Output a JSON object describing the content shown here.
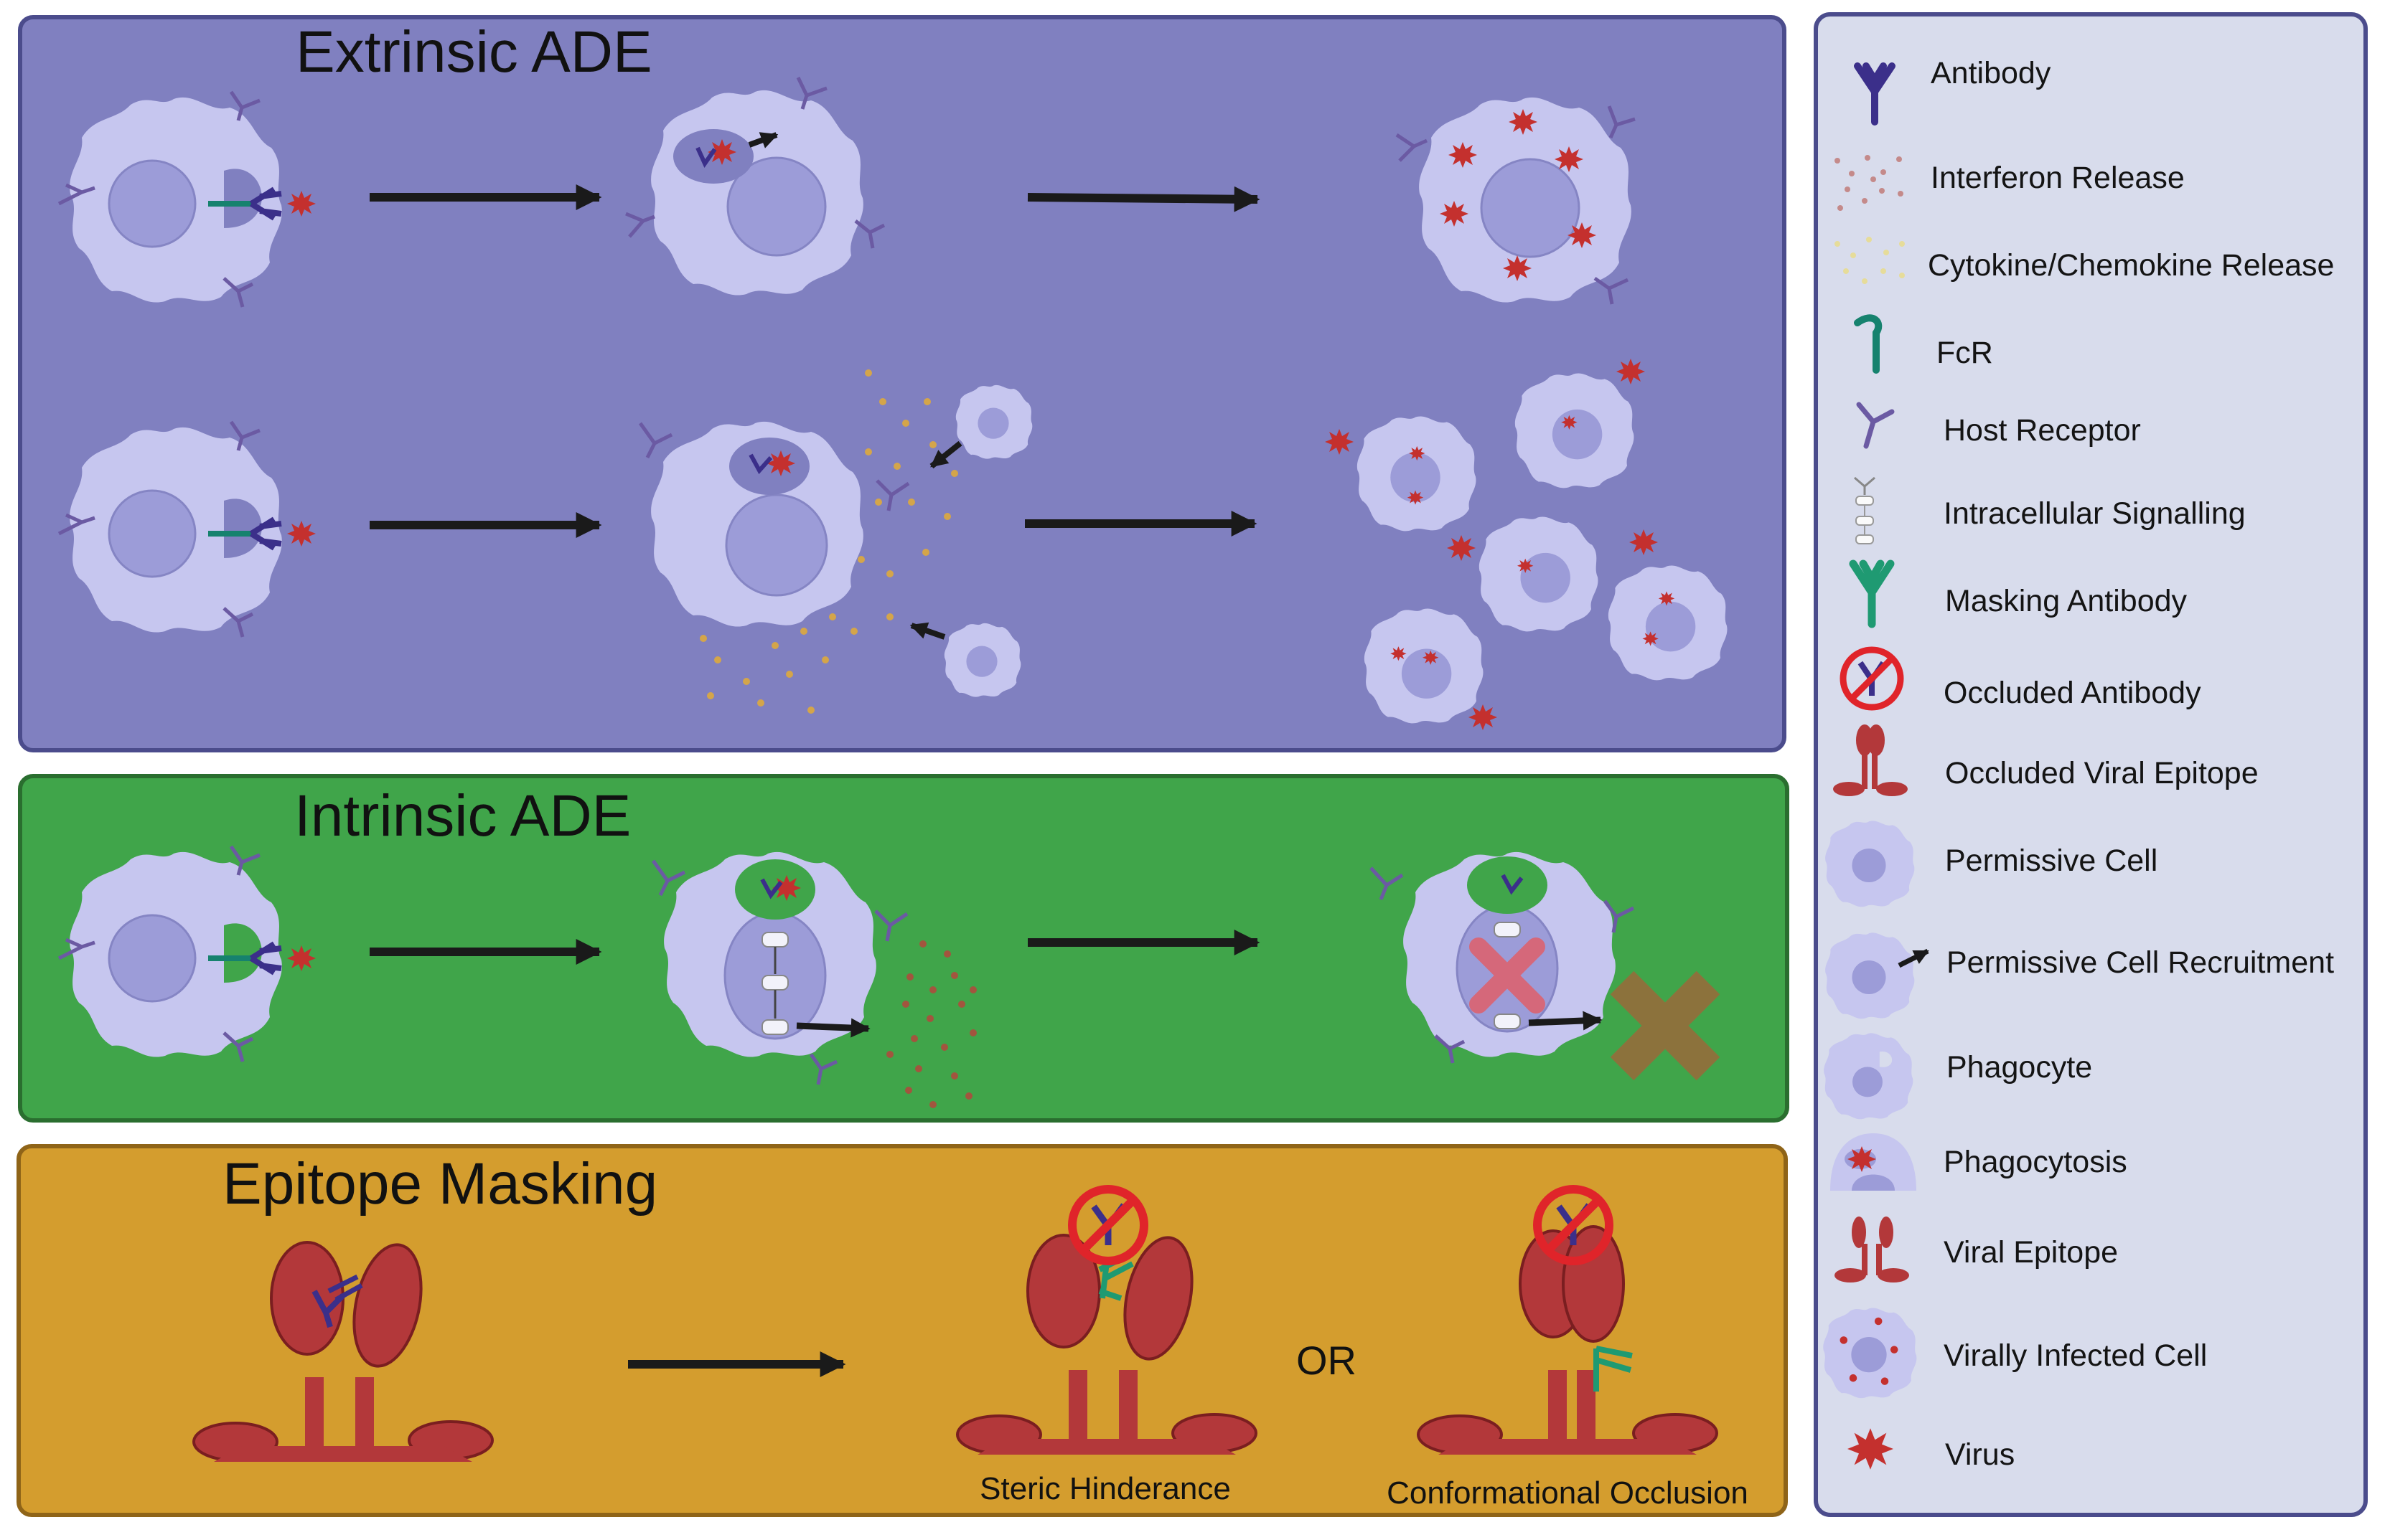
{
  "panels": {
    "extrinsic": {
      "title": "Extrinsic ADE"
    },
    "intrinsic": {
      "title": "Intrinsic ADE"
    },
    "masking": {
      "title": "Epitope Masking",
      "or_label": "OR",
      "captions": [
        "Steric Hinderance",
        "Conformational Occlusion"
      ]
    }
  },
  "legend": {
    "items": [
      {
        "icon": "antibody-icon",
        "label": "Antibody"
      },
      {
        "icon": "interferon-release-icon",
        "label": "Interferon Release"
      },
      {
        "icon": "cytokine-chemokine-release-icon",
        "label": "Cytokine/Chemokine Release"
      },
      {
        "icon": "fcr-icon",
        "label": "FcR"
      },
      {
        "icon": "host-receptor-icon",
        "label": "Host Receptor"
      },
      {
        "icon": "intracellular-signalling-icon",
        "label": "Intracellular Signalling"
      },
      {
        "icon": "masking-antibody-icon",
        "label": "Masking Antibody"
      },
      {
        "icon": "occluded-antibody-icon",
        "label": "Occluded Antibody"
      },
      {
        "icon": "occluded-viral-epitope-icon",
        "label": "Occluded Viral Epitope"
      },
      {
        "icon": "permissive-cell-icon",
        "label": "Permissive Cell"
      },
      {
        "icon": "permissive-cell-recruitment-icon",
        "label": "Permissive Cell Recruitment"
      },
      {
        "icon": "phagocyte-icon",
        "label": "Phagocyte"
      },
      {
        "icon": "phagocytosis-icon",
        "label": "Phagocytosis"
      },
      {
        "icon": "viral-epitope-icon",
        "label": "Viral Epitope"
      },
      {
        "icon": "virally-infected-cell-icon",
        "label": "Virally Infected Cell"
      },
      {
        "icon": "virus-icon",
        "label": "Virus"
      }
    ]
  },
  "colors": {
    "extrinsic_bg": "#8080c0",
    "intrinsic_bg": "#40a54a",
    "masking_bg": "#d49d2e",
    "legend_bg": "#d8dcec",
    "cell": "#c6c6ef",
    "nucleus": "#9c9cd8",
    "virus": "#c4302e",
    "antibody": "#3b2f8a",
    "masking_antibody": "#1f9a72",
    "epitope": "#b3383a",
    "prohibit": "#e0242a"
  }
}
